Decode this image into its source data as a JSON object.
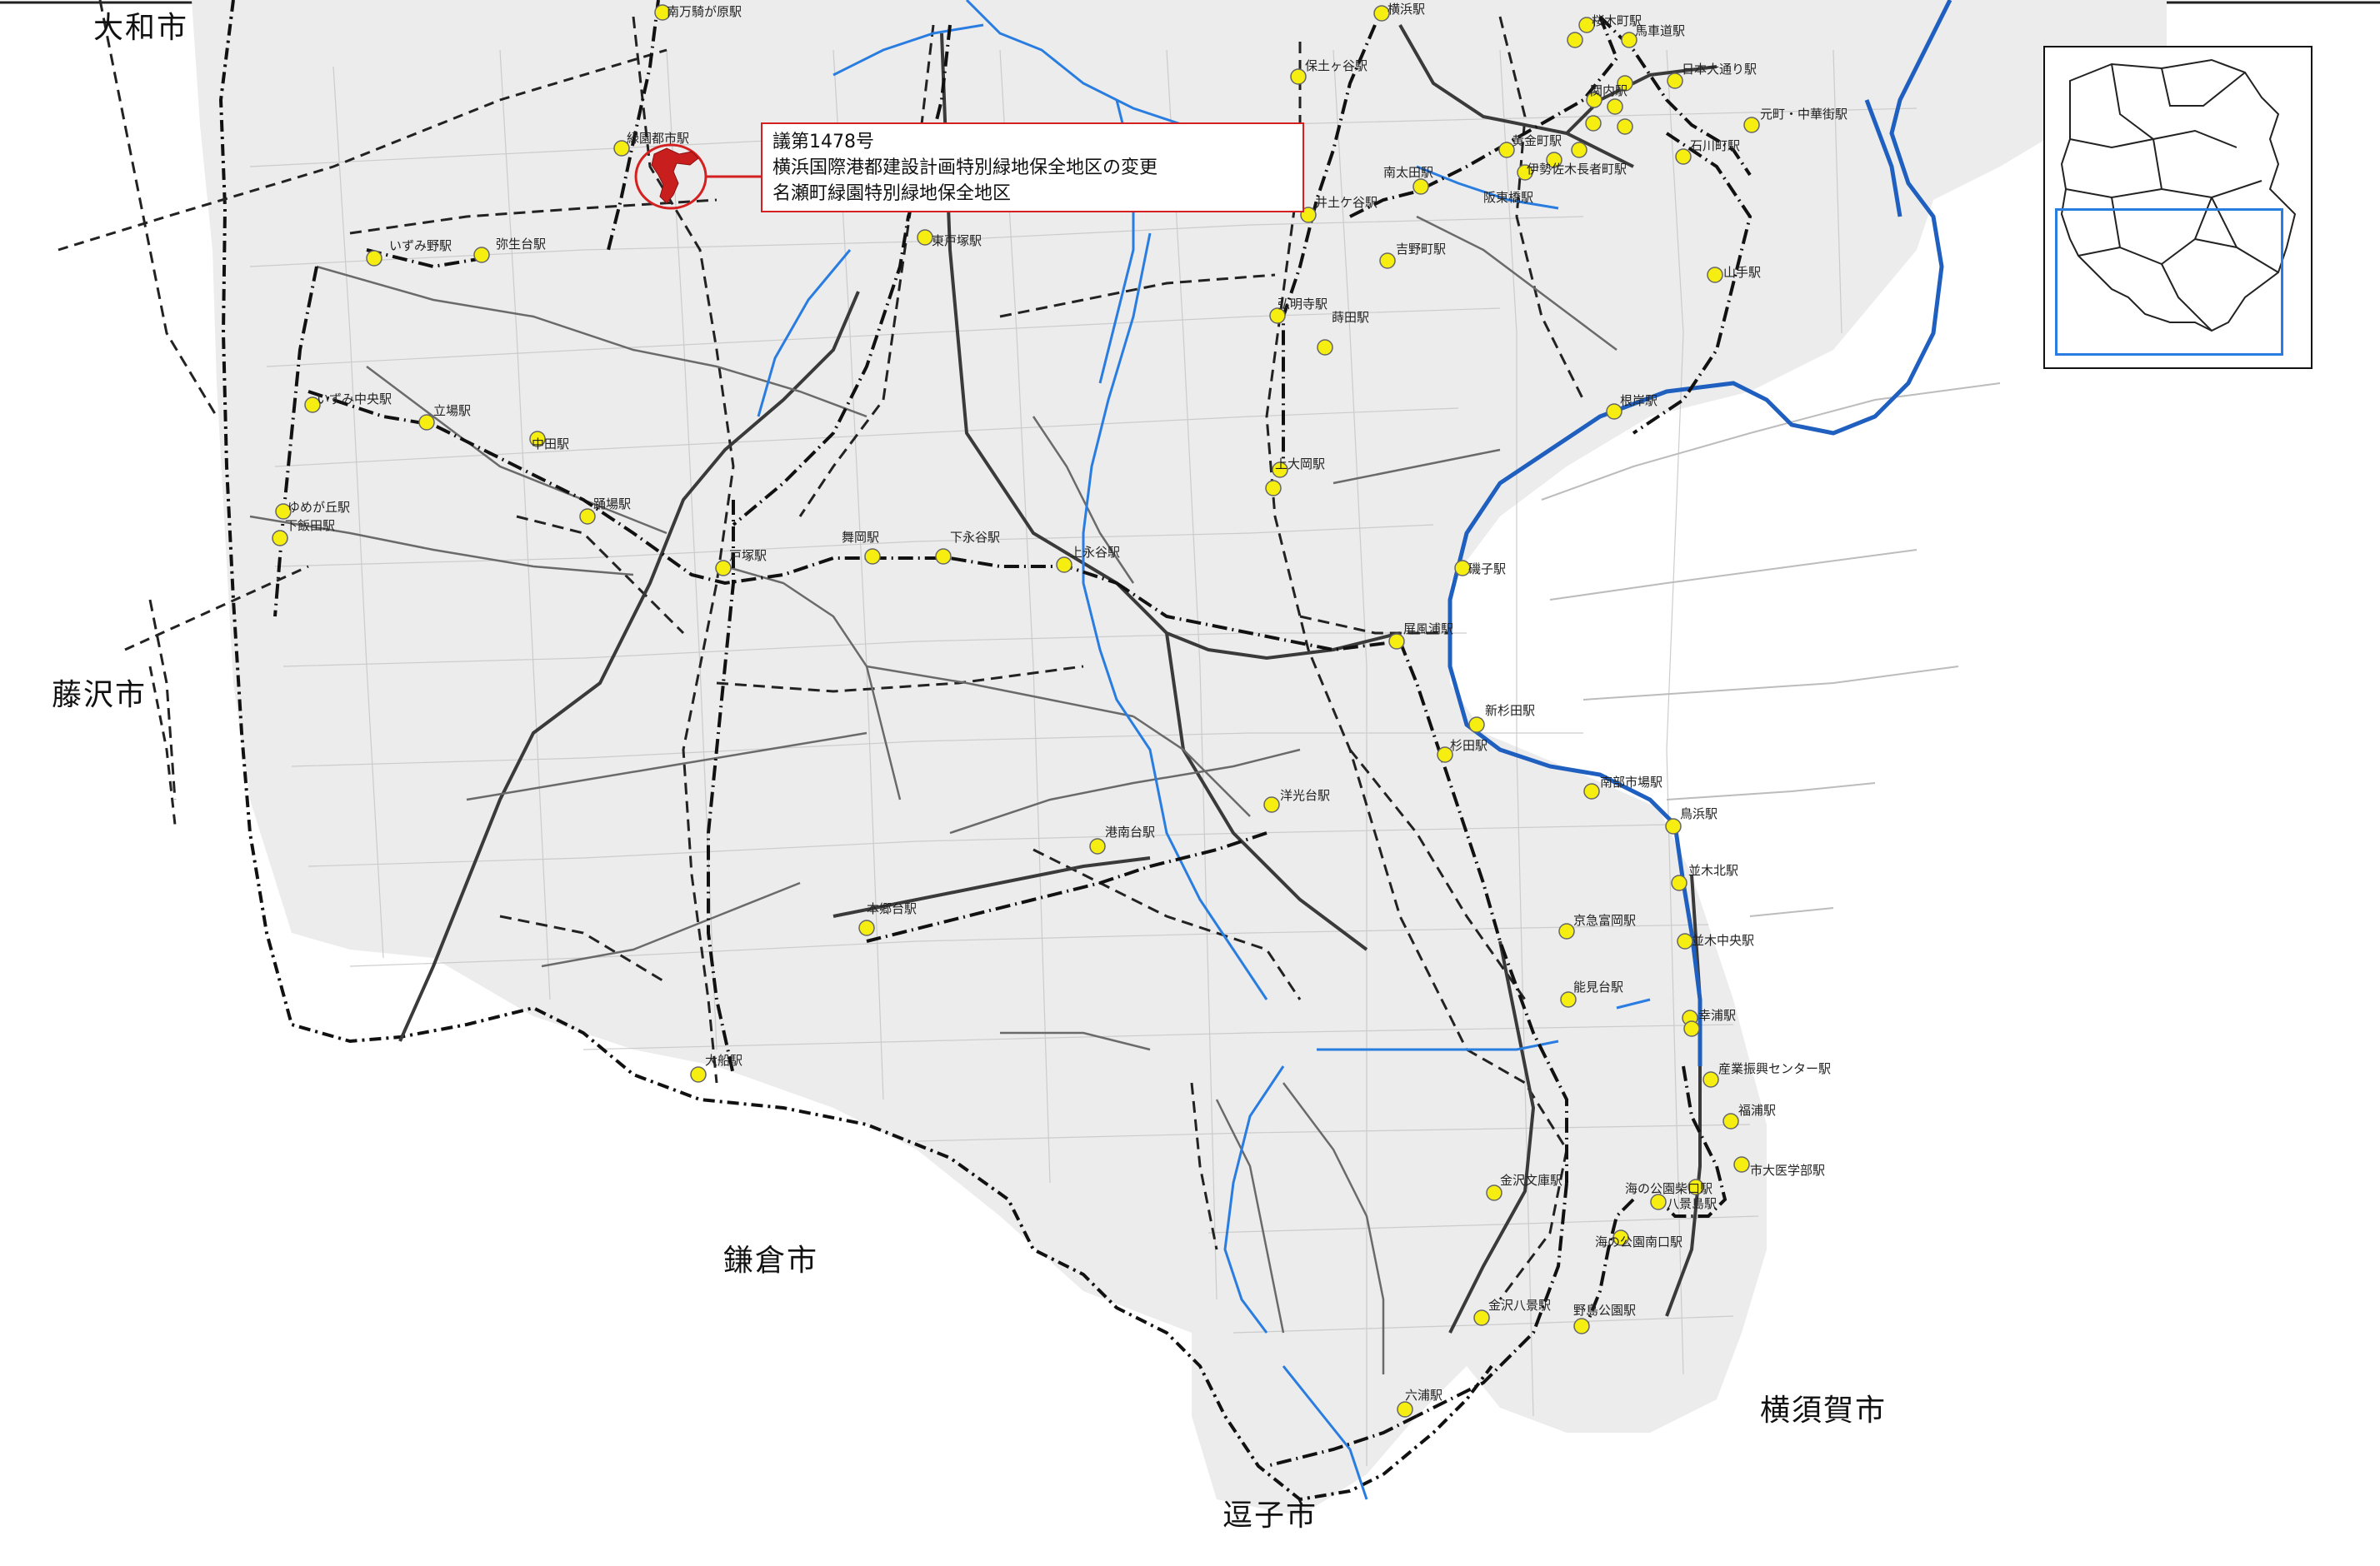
{
  "municipalities": {
    "yamato": "大和市",
    "fujisawa": "藤沢市",
    "kamakura": "鎌倉市",
    "zushi": "逗子市",
    "yokosuka": "横須賀市"
  },
  "callout": {
    "line1": "議第1478号",
    "line2": "横浜国際港都建設計画特別緑地保全地区の変更",
    "line3": "名瀬町緑園特別緑地保全地区"
  },
  "colors": {
    "highlight": "#d42020",
    "station": "#f5ee10",
    "river": "#2a7de0",
    "inset_frame": "#2a7de0"
  },
  "stations": [
    "南万騎が原駅",
    "緑園都市駅",
    "いずみ野駅",
    "弥生台駅",
    "いずみ中央駅",
    "立場駅",
    "中田駅",
    "踊場駅",
    "ゆめが丘駅",
    "下飯田駅",
    "戸塚駅",
    "舞岡駅",
    "下永谷駅",
    "上永谷駅",
    "東戸塚駅",
    "保土ヶ谷駅",
    "横浜駅",
    "井土ケ谷駅",
    "弘明寺駅",
    "蒔田駅",
    "吉野町駅",
    "阪東橋駅",
    "伊勢佐木長者町駅",
    "関内駅",
    "桜木町駅",
    "馬車道駅",
    "日本大通り駅",
    "元町・中華街駅",
    "石川町駅",
    "山手駅",
    "根岸駅",
    "上大岡駅",
    "磯子駅",
    "屏風浦駅",
    "新杉田駅",
    "杉田駅",
    "南部市場駅",
    "鳥浜駅",
    "並木北駅",
    "並木中央駅",
    "幸浦駅",
    "産業振興センター駅",
    "福浦駅",
    "市大医学部駅",
    "海の公園柴口駅",
    "八景島駅",
    "海の公園南口駅",
    "野島公園駅",
    "金沢八景駅",
    "金沢文庫駅",
    "六浦駅",
    "能見台駅",
    "京急富岡駅",
    "洋光台駅",
    "港南台駅",
    "本郷台駅",
    "大船駅",
    "南太田駅",
    "黄金町駅"
  ]
}
